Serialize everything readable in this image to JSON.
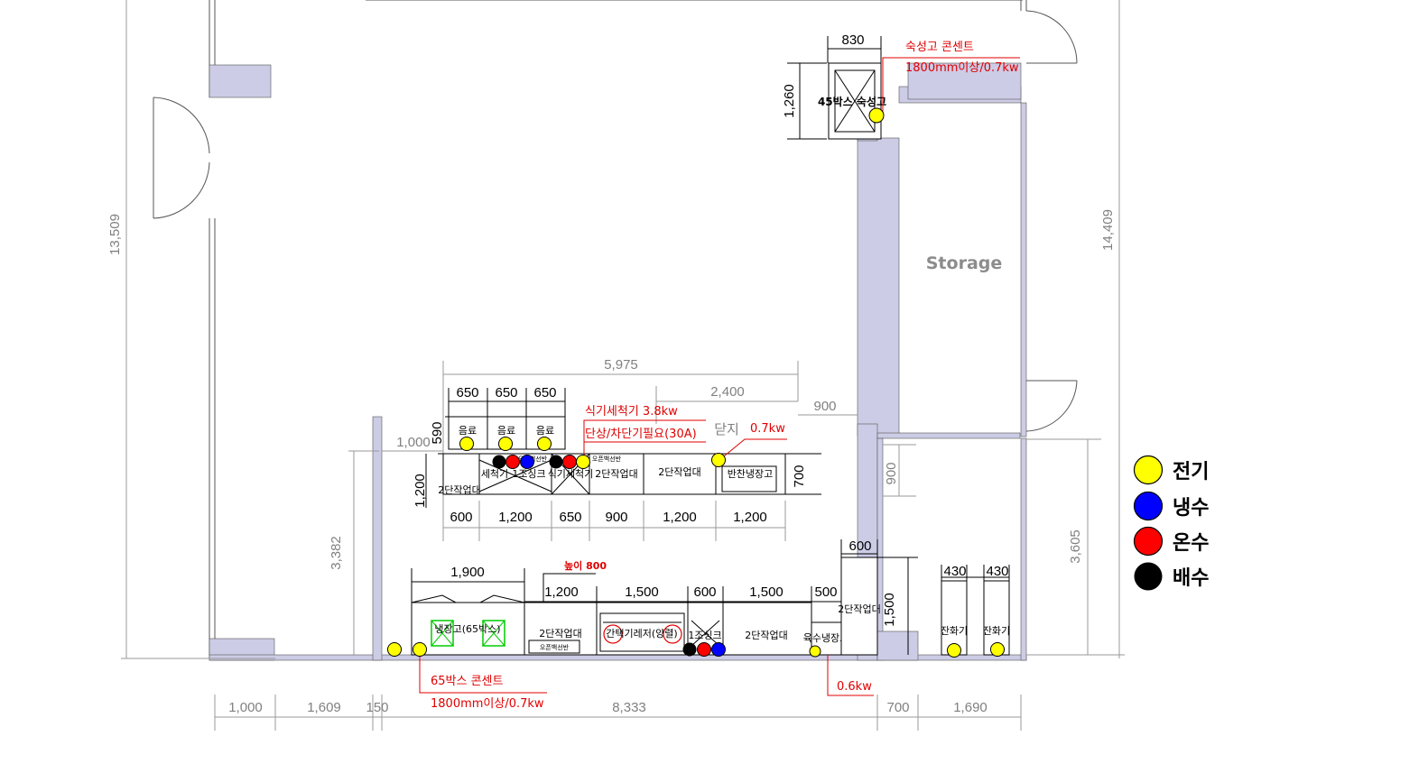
{
  "storage_label": "Storage",
  "outer_dims": {
    "left_height": "13,509",
    "right_height": "14,409",
    "lower_left": "3,382",
    "lower_right": "3,605"
  },
  "top_counter_dims": {
    "total": "5,975",
    "right_block": "2,400",
    "right_gap": "900",
    "drinks": [
      "650",
      "650",
      "650"
    ],
    "drink_height": "590",
    "left_offset": "1,000",
    "depth_left": "1,200",
    "depth_right": "700",
    "bottom": [
      "600",
      "1,200",
      "650",
      "900",
      "1,200",
      "1,200"
    ]
  },
  "ripening_fridge": {
    "width": "830",
    "depth": "1,260",
    "label": "45박스 숙성고",
    "note_title": "숙성고 콘센트",
    "note_spec": "1800mm이상/0.7kw"
  },
  "right_column": {
    "gap": "900",
    "shelf_width": "600",
    "shelf_depth": "1,500",
    "shelf_label": "2단작업대"
  },
  "top_labels": {
    "drink": "음료",
    "left_table": "2단작업대",
    "dishwasher_table": "세척기",
    "sink": "1조싱크",
    "dishwasher": "식기세척기",
    "table_a": "2단작업대",
    "table_b": "2단작업대",
    "side_fridge": "반찬냉장고",
    "cover": "닫지",
    "switch": "오픈백선반"
  },
  "dishwasher_note": {
    "power": "식기세척기 3.8kw",
    "breaker": "단상/차단기필요(30A)",
    "fridge_power": "0.7kw"
  },
  "bottom_counter": {
    "fridge_width": "1,900",
    "fridge_label": "냉장고(65박스)",
    "height_note": "높이 800",
    "dims": [
      "1,200",
      "1,500",
      "600",
      "1,500",
      "500"
    ],
    "table1": "2단작업대",
    "shelf_sub": "오픈백선반",
    "range": "간택기레저(양렬)",
    "sink": "1조싱크",
    "table2": "2단작업대",
    "water_fridge": "육수냉장고",
    "water_power": "0.6kw",
    "fridge_outlet": "65박스 콘센트",
    "fridge_outlet_spec": "1800mm이상/0.7kw"
  },
  "fryers": {
    "widths": [
      "430",
      "430"
    ],
    "label": "잔화기"
  },
  "bottom_dims": [
    "1,000",
    "1,609",
    "150",
    "8,333",
    "700",
    "1,690"
  ],
  "legend": [
    {
      "label": "전기",
      "color": "#ffff00"
    },
    {
      "label": "냉수",
      "color": "#0000ff"
    },
    {
      "label": "온수",
      "color": "#ff0000"
    },
    {
      "label": "배수",
      "color": "#000000"
    }
  ]
}
